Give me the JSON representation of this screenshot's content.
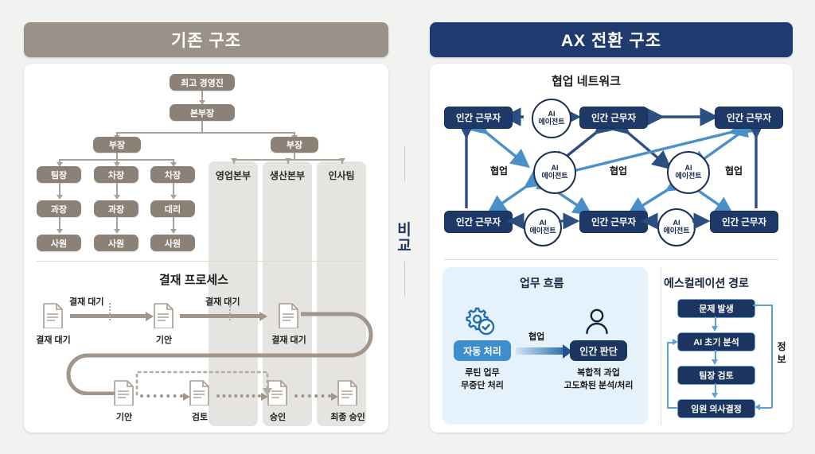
{
  "background_color": "#f2f2f1",
  "left_panel": {
    "header": "기존 구조",
    "header_color": "#9a9189",
    "org_chart": {
      "top": "최고 경영진",
      "second": "본부장",
      "branch_left": "부장",
      "branch_right": "부장",
      "left_columns": [
        {
          "l1": "팀장",
          "l2": "과장",
          "l3": "사원"
        },
        {
          "l1": "차장",
          "l2": "과장",
          "l3": "사원"
        },
        {
          "l1": "차장",
          "l2": "대리",
          "l3": "사원"
        }
      ],
      "silos": [
        "영업본부",
        "생산본부",
        "인사팀"
      ]
    },
    "process": {
      "title": "결재 프로세스",
      "row1": [
        {
          "caption": "결재 대기",
          "arrow_label": "결재 대기"
        },
        {
          "caption": "기안",
          "arrow_label": "결재 대기"
        },
        {
          "caption": "결재 대기",
          "arrow_label": ""
        }
      ],
      "row2": [
        {
          "caption": "기안"
        },
        {
          "caption": "검토"
        },
        {
          "caption": "승인"
        },
        {
          "caption": "최종 승인"
        }
      ]
    }
  },
  "center": {
    "compare_line1": "비",
    "compare_line2": "교"
  },
  "right_panel": {
    "header": "AX 전환 구조",
    "header_color": "#1f3a6e",
    "network": {
      "title": "협업 네트워크",
      "human_label": "인간 근무자",
      "agent_line1": "AI",
      "agent_line2": "에이전트",
      "collab_labels": [
        "협업",
        "협업",
        "협업"
      ],
      "top_row": [
        "인간 근무자",
        "AI 에이전트",
        "인간 근무자",
        "인간 근무자"
      ],
      "bottom_row": [
        "인간 근무자",
        "AI 에이전트",
        "인간 근무자",
        "AI 에이전트",
        "인간 근무자"
      ],
      "mid_row": [
        "AI 에이전트",
        "AI 에이전트"
      ],
      "arrow_colors": [
        "#2c4f82",
        "#4a90c8"
      ]
    },
    "workflow": {
      "title": "업무 흐름",
      "auto_chip": "자동 처리",
      "auto_caption_1": "루틴 업무",
      "auto_caption_2": "무중단 처리",
      "arrow_label": "협업",
      "human_chip": "인간 판단",
      "human_caption_1": "복합적 과업",
      "human_caption_2": "고도화된 분석/처리",
      "gear_icon": "gear-check-icon",
      "person_icon": "person-icon"
    },
    "escalation": {
      "title": "에스컬레이션 경로",
      "steps": [
        "문제 발생",
        "AI 초기 분석",
        "팀장 검토",
        "임원 의사결정"
      ],
      "side_label_1": "정",
      "side_label_2": "보"
    }
  }
}
